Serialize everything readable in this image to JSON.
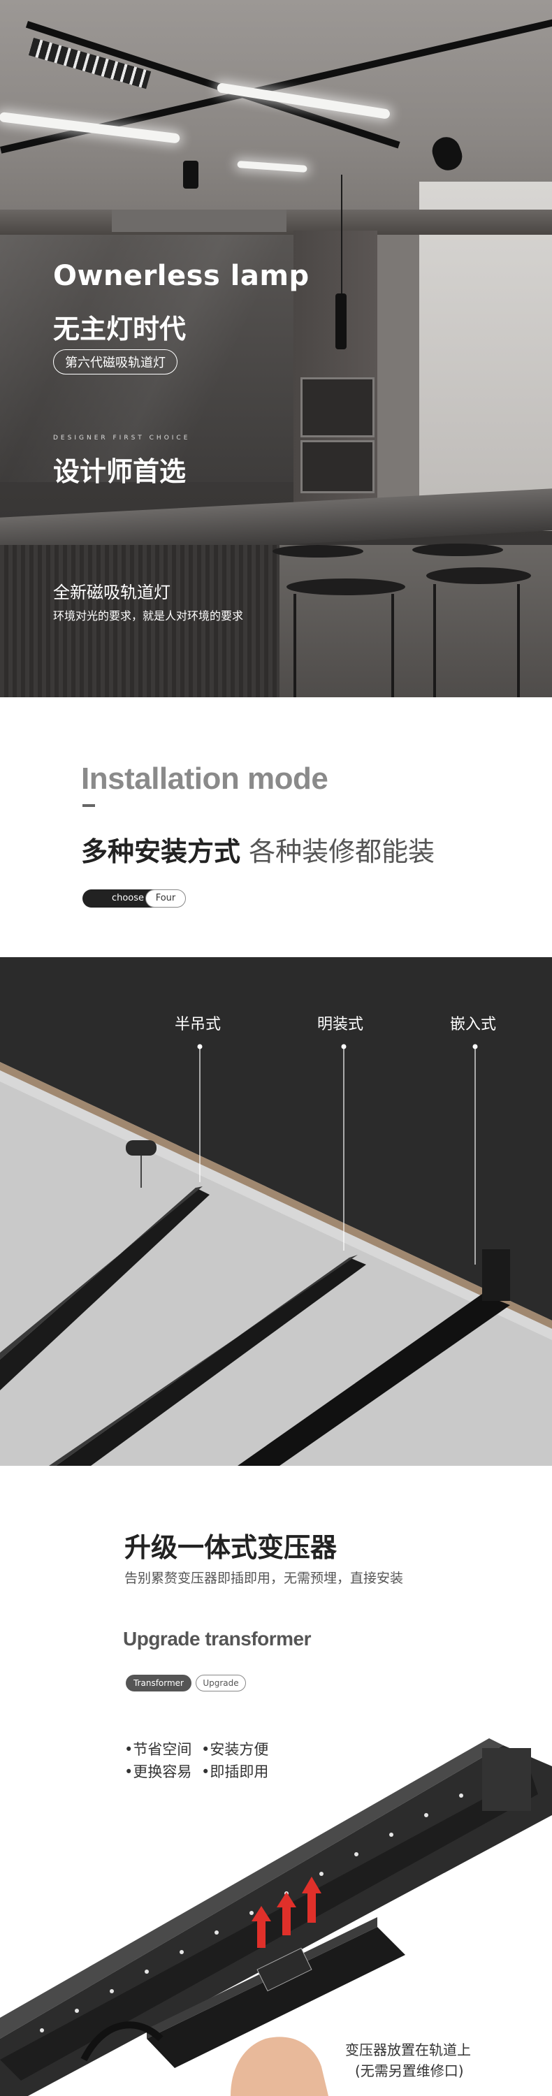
{
  "hero": {
    "title_en": "Ownerless lamp",
    "title_cn": "无主灯时代",
    "pill": "第六代磁吸轨道灯",
    "designer_en": "DESIGNER FIRST CHOICE",
    "designer_cn": "设计师首选",
    "sub1": "全新磁吸轨道灯",
    "sub2": "环境对光的要求，就是人对环境的要求"
  },
  "installation": {
    "title_en": "Installation mode",
    "title_cn_bold": "多种安装方式",
    "title_cn_light": "各种装修都能装",
    "tag_dark": "choose",
    "tag_light": "Four"
  },
  "diagram": {
    "labels": [
      "半吊式",
      "明装式",
      "嵌入式"
    ]
  },
  "transformer": {
    "title_cn": "升级一体式变压器",
    "subtitle": "告别累赘变压器即插即用，无需预埋，直接安装",
    "title_en": "Upgrade transformer",
    "tag_dark": "Transformer",
    "tag_light": "Upgrade",
    "features": [
      "•节省空间",
      "•安装方便",
      "•更换容易",
      "•即插即用"
    ],
    "caption_line1": "变压器放置在轨道上",
    "caption_line2": "(无需另置维修口)"
  }
}
